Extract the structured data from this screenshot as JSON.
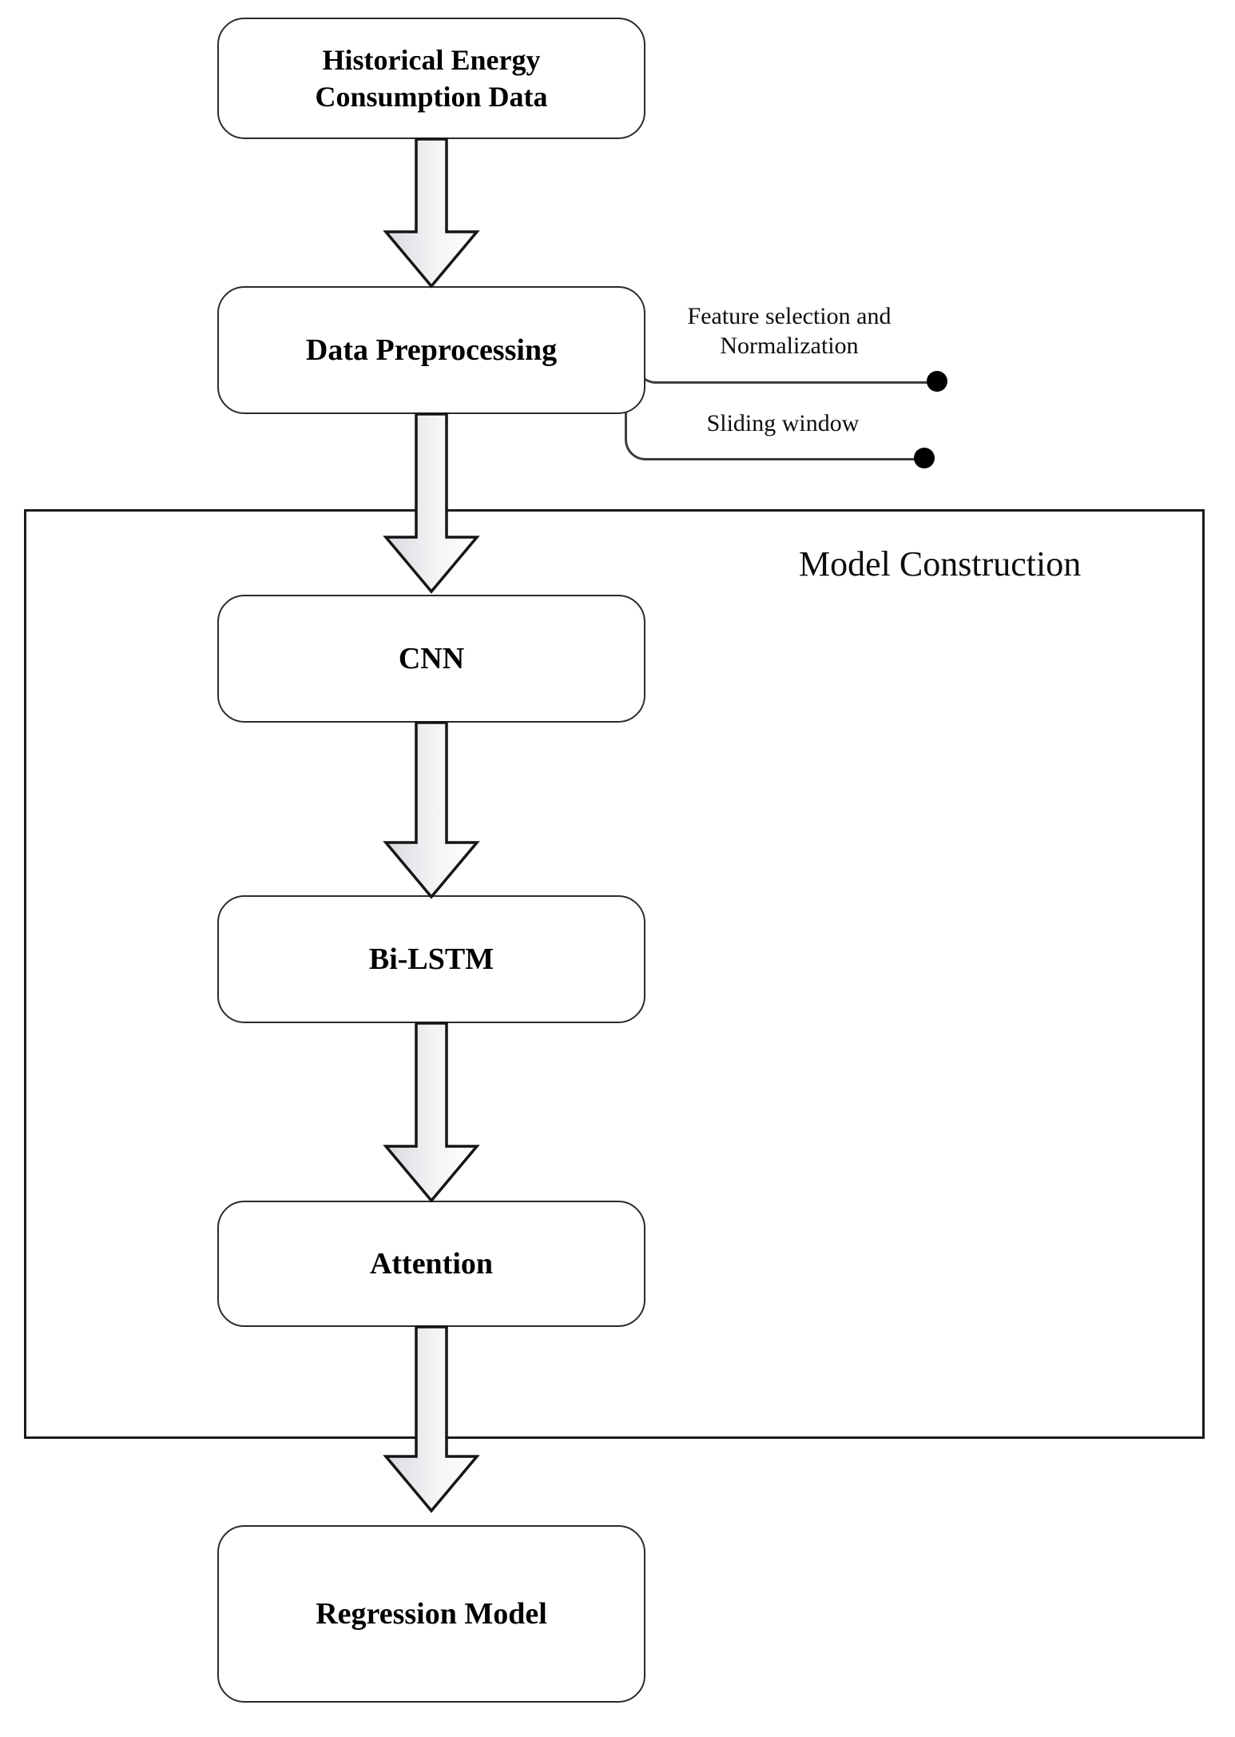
{
  "diagram": {
    "title": "Energy consumption forecasting model flowchart",
    "background_color": "#ffffff",
    "stroke_color": "#2b2b2b",
    "dot_color": "#000000",
    "nodes": [
      {
        "id": "historical-data",
        "label": "Historical Energy\nConsumption Data",
        "shape": "rounded-rectangle"
      },
      {
        "id": "data-preprocessing",
        "label": "Data Preprocessing",
        "shape": "rounded-rectangle"
      },
      {
        "id": "cnn",
        "label": "CNN",
        "shape": "rounded-rectangle"
      },
      {
        "id": "bi-lstm",
        "label": "Bi-LSTM",
        "shape": "rounded-rectangle"
      },
      {
        "id": "attention",
        "label": "Attention",
        "shape": "rounded-rectangle"
      },
      {
        "id": "regression-model",
        "label": "Regression Model",
        "shape": "rounded-rectangle"
      }
    ],
    "group": {
      "id": "model-construction",
      "label": "Model Construction"
    },
    "callouts": [
      {
        "id": "feature-selection",
        "label": "Feature selection and\nNormalization"
      },
      {
        "id": "sliding-window",
        "label": "Sliding window"
      }
    ],
    "arrows": [
      {
        "id": "arrow-data-to-preprocessing",
        "direction": "down"
      },
      {
        "id": "arrow-preprocessing-to-cnn",
        "direction": "down"
      },
      {
        "id": "arrow-cnn-to-bilstm",
        "direction": "down"
      },
      {
        "id": "arrow-bilstm-to-attention",
        "direction": "down"
      },
      {
        "id": "arrow-attention-to-regression",
        "direction": "down"
      }
    ]
  }
}
